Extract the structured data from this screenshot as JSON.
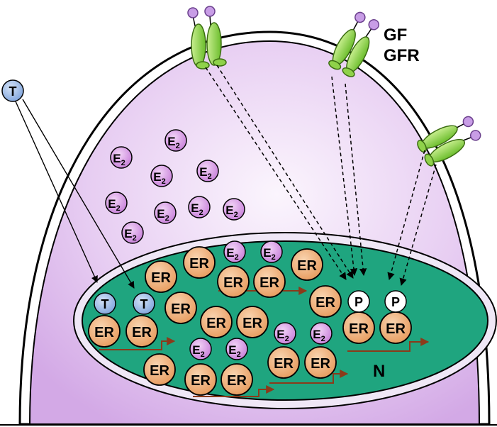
{
  "labels": {
    "testosterone": "T",
    "estradiol_base": "E",
    "estradiol_sub": "2",
    "receptor": "ER",
    "phosphate": "P",
    "growth_factor": "GF",
    "growth_factor_receptor": "GFR",
    "nucleus": "N"
  },
  "colors": {
    "cytoplasm": "#dcb6ec",
    "cytoplasm_light": "#f7eefc",
    "nucleus_fill": "#1fa57f",
    "nucleus_envelope": "#efe7f6",
    "er_fill": "#efb07a",
    "e2_fill": "#d996e6",
    "t_fill": "#9fbde8",
    "p_fill": "#ffffff",
    "gfr_fill": "#8fd24a",
    "gf_fill": "#c89de6",
    "arrow_brown": "#8b3a1a"
  }
}
